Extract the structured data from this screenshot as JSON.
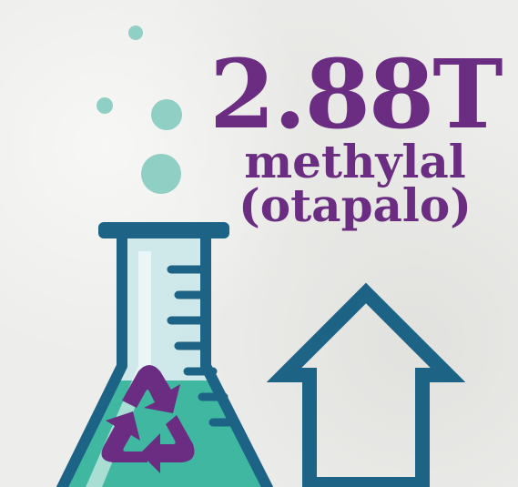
{
  "stat": {
    "value": "2.88T",
    "label_line1": "methylal",
    "label_line2": "(otapalo)"
  },
  "colors": {
    "background": "#ededeb",
    "purple": "#6a2d82",
    "teal": "#3fb7a1",
    "dark_blue": "#1d6386",
    "bubble": "#8fcfc4",
    "glass": "#c9e8ea"
  },
  "icons": [
    "bubble-icon",
    "flask-icon",
    "recycle-icon",
    "up-arrow-icon"
  ]
}
